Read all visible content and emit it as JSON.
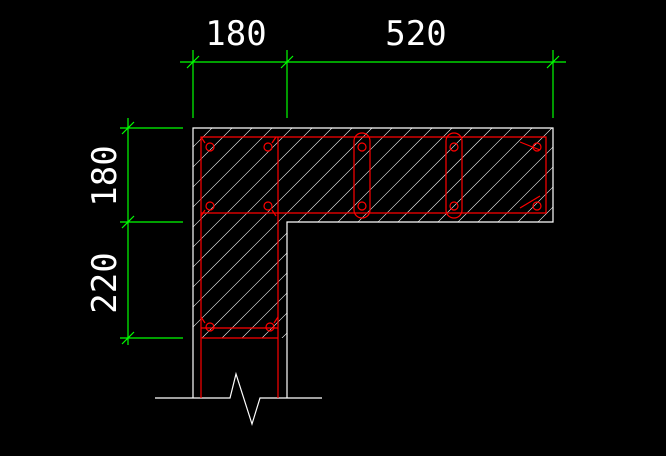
{
  "drawing": {
    "background_color": "#000000",
    "dimension_color": "#00ff00",
    "outline_color": "#ffffff",
    "rebar_color": "#ff0000",
    "hatch_color": "#ffffff",
    "dimensions": {
      "top_left": "180",
      "top_right": "520",
      "left_top": "180",
      "left_bottom": "220"
    }
  }
}
